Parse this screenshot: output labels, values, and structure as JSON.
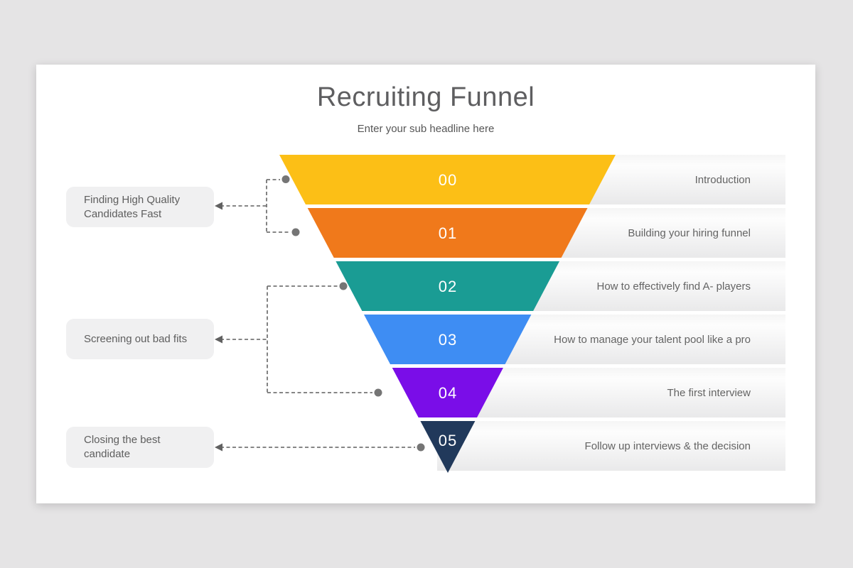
{
  "colors": {
    "background": "#e5e4e5",
    "card": "#ffffff",
    "connector": "#757575"
  },
  "header": {
    "title": "Recruiting Funnel",
    "subtitle": "Enter your sub headline here"
  },
  "funnel": {
    "levels": [
      {
        "number": "00",
        "color": "#FCBF16",
        "label": "Introduction"
      },
      {
        "number": "01",
        "color": "#F0791B",
        "label": "Building your hiring funnel"
      },
      {
        "number": "02",
        "color": "#1A9C94",
        "label": "How to effectively find A- players"
      },
      {
        "number": "03",
        "color": "#3E8DF3",
        "label": "How to manage your talent pool like a pro"
      },
      {
        "number": "04",
        "color": "#7A0DE8",
        "label": "The first interview"
      },
      {
        "number": "05",
        "color": "#21395B",
        "label": "Follow up interviews & the decision"
      }
    ]
  },
  "callouts": [
    {
      "text": "Finding High Quality Candidates Fast"
    },
    {
      "text": "Screening out bad fits"
    },
    {
      "text": "Closing the best candidate"
    }
  ]
}
